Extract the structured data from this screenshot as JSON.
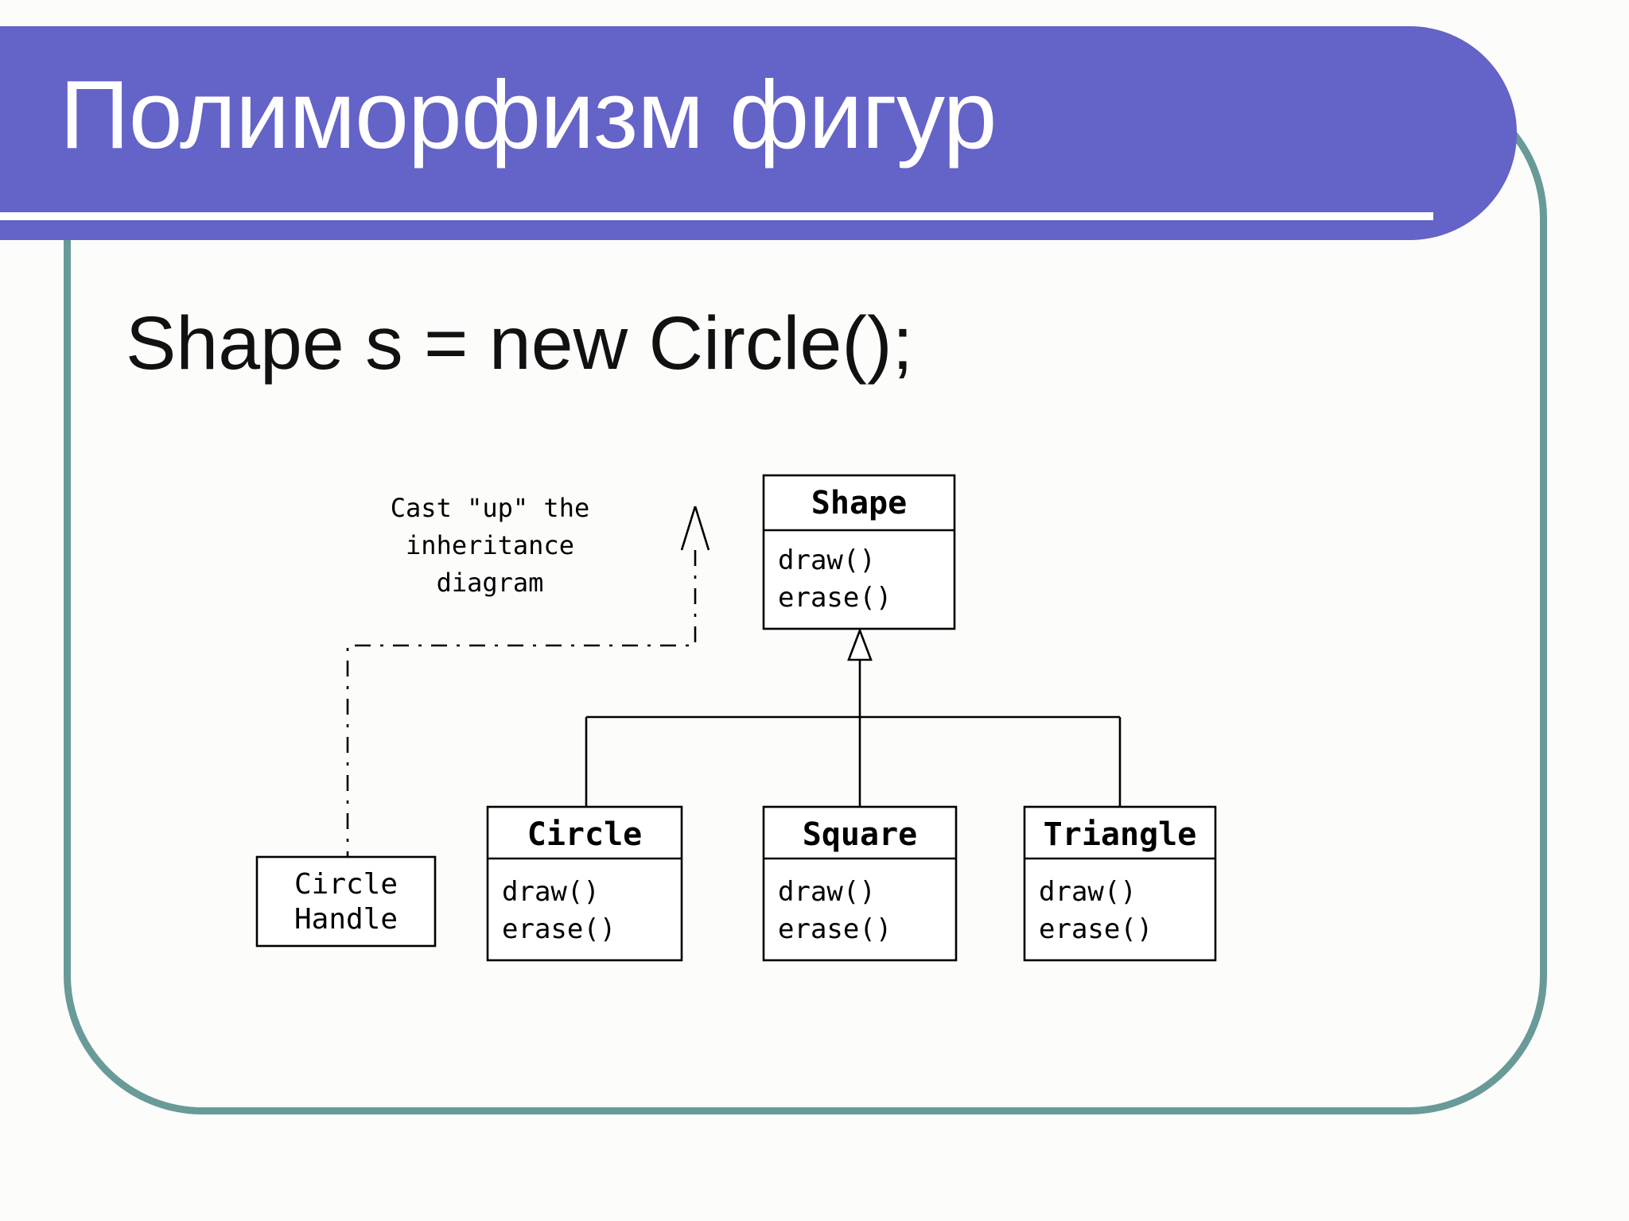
{
  "banner": {
    "title": "Полиморфизм фигур",
    "bg_color": "#6463c8",
    "underline_color": "#ffffff"
  },
  "frame": {
    "border_color": "#689a98"
  },
  "content": {
    "code_line": "Shape s = new Circle();"
  },
  "diagram": {
    "annotation": {
      "line1": "Cast \"up\" the",
      "line2": "inheritance",
      "line3": "diagram"
    },
    "classes": [
      {
        "name": "Shape",
        "methods": [
          "draw()",
          "erase()"
        ]
      },
      {
        "name": "Circle",
        "methods": [
          "draw()",
          "erase()"
        ]
      },
      {
        "name": "Square",
        "methods": [
          "draw()",
          "erase()"
        ]
      },
      {
        "name": "Triangle",
        "methods": [
          "draw()",
          "erase()"
        ]
      }
    ],
    "handle_box": {
      "line1": "Circle",
      "line2": "Handle"
    }
  }
}
